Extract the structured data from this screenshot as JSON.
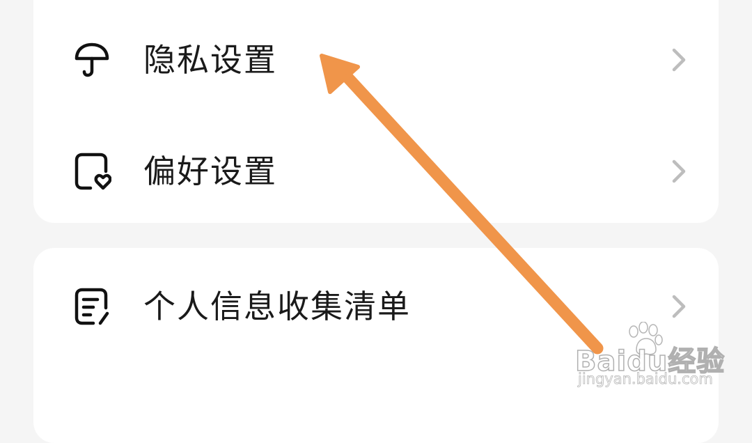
{
  "settings": {
    "items": [
      {
        "label": "隐私设置",
        "icon": "umbrella-icon"
      },
      {
        "label": "偏好设置",
        "icon": "heart-card-icon"
      },
      {
        "label": "个人信息收集清单",
        "icon": "list-edit-icon"
      }
    ]
  },
  "colors": {
    "background": "#f5f5f5",
    "card": "#ffffff",
    "text": "#1a1a1a",
    "chevron": "#bdbdbd",
    "annotation_arrow": "#f0954a"
  },
  "watermark": {
    "brand": "Baidu经验",
    "url": "jingyan.baidu.com"
  }
}
